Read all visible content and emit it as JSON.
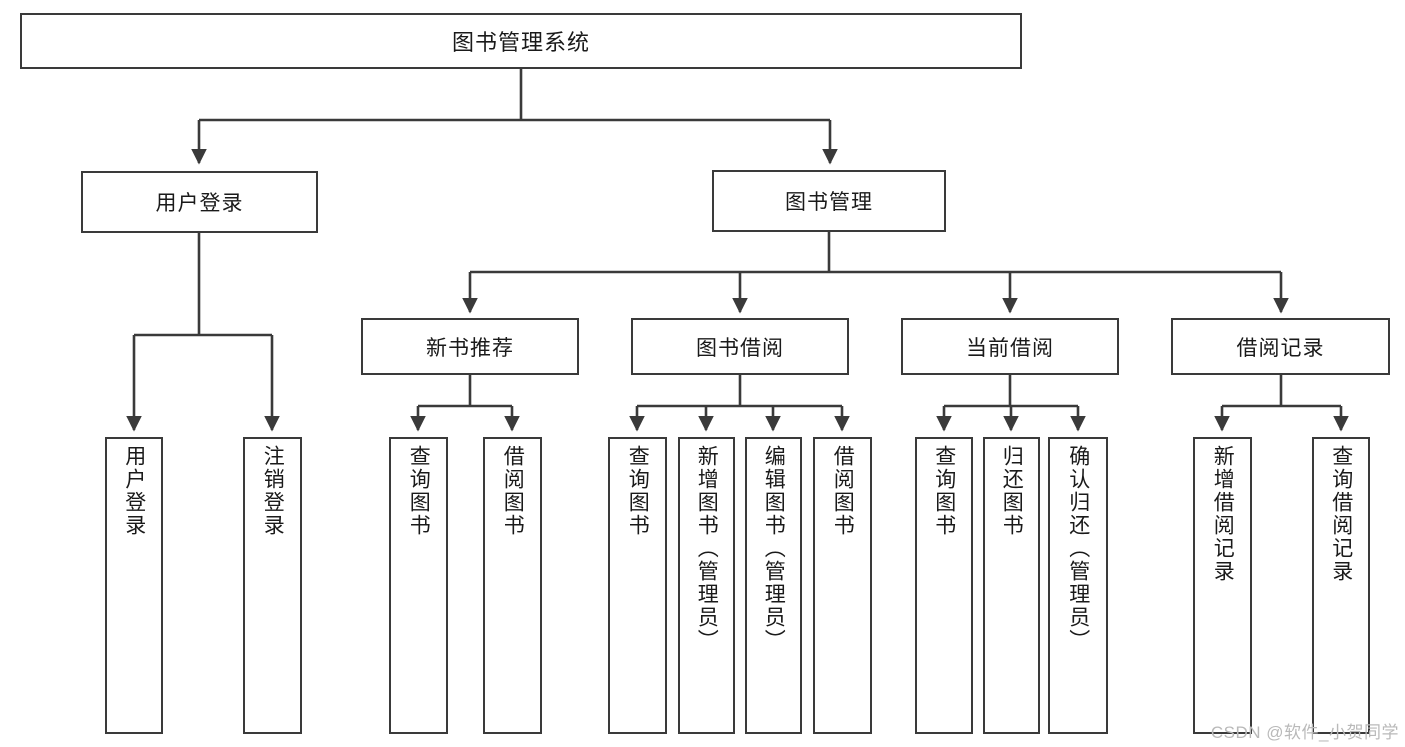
{
  "diagram": {
    "type": "tree-hierarchy",
    "title": "图书管理系统",
    "root": {
      "id": "root",
      "label": "图书管理系统"
    },
    "level1": [
      {
        "id": "user-login",
        "label": "用户登录"
      },
      {
        "id": "book-mgmt",
        "label": "图书管理"
      }
    ],
    "level2": [
      {
        "id": "new-book-rec",
        "label": "新书推荐",
        "parent": "book-mgmt"
      },
      {
        "id": "book-borrow",
        "label": "图书借阅",
        "parent": "book-mgmt"
      },
      {
        "id": "current-borrow",
        "label": "当前借阅",
        "parent": "book-mgmt"
      },
      {
        "id": "borrow-record",
        "label": "借阅记录",
        "parent": "book-mgmt"
      }
    ],
    "leaves": [
      {
        "id": "leaf-user-login",
        "label": "用户登录",
        "parent": "user-login"
      },
      {
        "id": "leaf-logout",
        "label": "注销登录",
        "parent": "user-login"
      },
      {
        "id": "leaf-query-book-1",
        "label": "查询图书",
        "parent": "new-book-rec"
      },
      {
        "id": "leaf-borrow-book-1",
        "label": "借阅图书",
        "parent": "new-book-rec"
      },
      {
        "id": "leaf-query-book-2",
        "label": "查询图书",
        "parent": "book-borrow"
      },
      {
        "id": "leaf-add-book",
        "label": "新增图书（管理员）",
        "parent": "book-borrow"
      },
      {
        "id": "leaf-edit-book",
        "label": "编辑图书（管理员）",
        "parent": "book-borrow"
      },
      {
        "id": "leaf-borrow-book-2",
        "label": "借阅图书",
        "parent": "book-borrow"
      },
      {
        "id": "leaf-query-book-3",
        "label": "查询图书",
        "parent": "current-borrow"
      },
      {
        "id": "leaf-return-book",
        "label": "归还图书",
        "parent": "current-borrow"
      },
      {
        "id": "leaf-confirm-return",
        "label": "确认归还（管理员）",
        "parent": "current-borrow"
      },
      {
        "id": "leaf-add-record",
        "label": "新增借阅记录",
        "parent": "borrow-record"
      },
      {
        "id": "leaf-query-record",
        "label": "查询借阅记录",
        "parent": "borrow-record"
      }
    ],
    "watermark": "CSDN @软件_小贺同学",
    "colors": {
      "stroke": "#3a3a3a",
      "fill": "#ffffff",
      "text": "#1a1a1a",
      "watermark": "#b9b9b9"
    }
  }
}
